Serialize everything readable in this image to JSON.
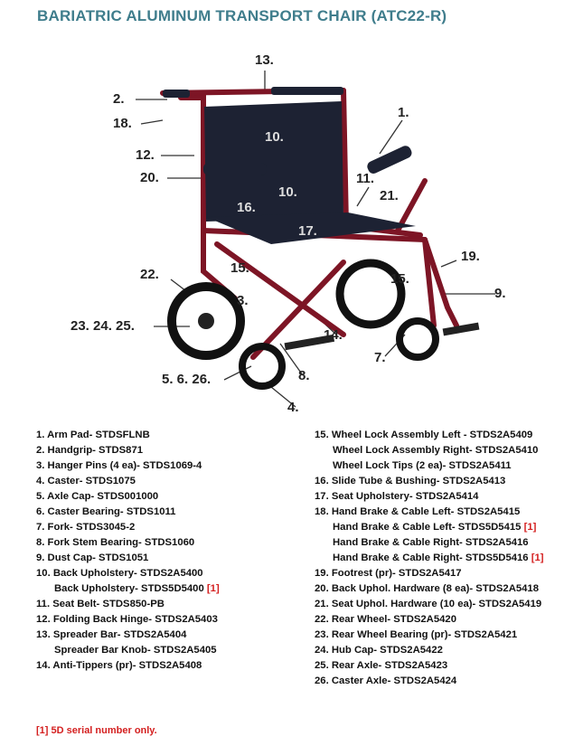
{
  "title": "BARIATRIC ALUMINUM TRANSPORT CHAIR (ATC22-R)",
  "colors": {
    "title": "#3f7d8c",
    "frame": "#8b1a2a",
    "upholstery": "#1d2233",
    "footnote": "#d42020"
  },
  "diagram": {
    "callouts": [
      "13.",
      "2.",
      "18.",
      "12.",
      "20.",
      "1.",
      "10.",
      "10.",
      "11.",
      "21.",
      "16.",
      "17.",
      "22.",
      "15.",
      "15.",
      "3.",
      "19.",
      "9.",
      "23. 24. 25.",
      "14.",
      "7.",
      "5. 6. 26.",
      "8.",
      "4."
    ]
  },
  "parts_left": [
    {
      "text": "1. Arm Pad- STDSFLNB"
    },
    {
      "text": "2. Handgrip- STDS871"
    },
    {
      "text": "3. Hanger Pins (4 ea)- STDS1069-4"
    },
    {
      "text": "4. Caster- STDS1075"
    },
    {
      "text": "5. Axle Cap- STDS001000"
    },
    {
      "text": "6. Caster Bearing- STDS1011"
    },
    {
      "text": "7. Fork- STDS3045-2"
    },
    {
      "text": "8. Fork Stem Bearing- STDS1060"
    },
    {
      "text": "9. Dust Cap- STDS1051"
    },
    {
      "text": "10. Back Upholstery- STDS2A5400"
    },
    {
      "text": "Back Upholstery- STDS5D5400",
      "note": "[1]"
    },
    {
      "text": "11. Seat Belt- STDS850-PB"
    },
    {
      "text": "12. Folding Back Hinge- STDS2A5403"
    },
    {
      "text": "13. Spreader Bar- STDS2A5404"
    },
    {
      "text": "Spreader Bar Knob- STDS2A5405"
    },
    {
      "text": "14. Anti-Tippers (pr)- STDS2A5408"
    }
  ],
  "parts_right": [
    {
      "text": "15. Wheel Lock Assembly Left - STDS2A5409"
    },
    {
      "text": "Wheel Lock Assembly Right- STDS2A5410"
    },
    {
      "text": "Wheel Lock Tips (2 ea)- STDS2A5411"
    },
    {
      "text": "16. Slide Tube & Bushing- STDS2A5413"
    },
    {
      "text": "17. Seat Upholstery- STDS2A5414"
    },
    {
      "text": "18. Hand Brake & Cable Left- STDS2A5415"
    },
    {
      "text": "Hand Brake & Cable Left- STDS5D5415",
      "note": "[1]"
    },
    {
      "text": "Hand Brake & Cable Right- STDS2A5416"
    },
    {
      "text": "Hand Brake & Cable Right- STDS5D5416",
      "note": "[1]"
    },
    {
      "text": "19. Footrest (pr)- STDS2A5417"
    },
    {
      "text": "20. Back Uphol. Hardware (8 ea)- STDS2A5418"
    },
    {
      "text": "21. Seat Uphol. Hardware (10 ea)- STDS2A5419"
    },
    {
      "text": "22. Rear Wheel- STDS2A5420"
    },
    {
      "text": "23. Rear Wheel Bearing (pr)- STDS2A5421"
    },
    {
      "text": "24. Hub Cap- STDS2A5422"
    },
    {
      "text": "25. Rear Axle- STDS2A5423"
    },
    {
      "text": "26. Caster Axle- STDS2A5424"
    }
  ],
  "footnote": "[1] 5D serial number only."
}
